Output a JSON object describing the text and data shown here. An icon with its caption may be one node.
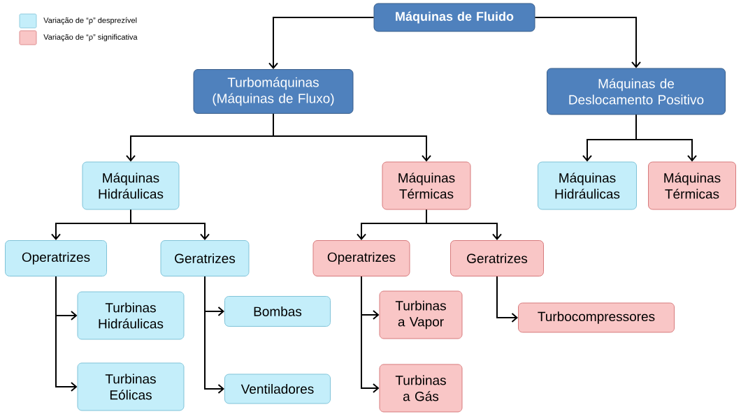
{
  "diagram": {
    "nodes": [
      {
        "text": [
          "Máquinas de Fluido"
        ]
      },
      {
        "text": [
          "Turbomáquinas (Máquinas de Fluxo)"
        ]
      },
      {
        "text": [
          "Máquinas de Deslocamento Positivo"
        ]
      },
      {
        "text": [
          "Máquinas Hidráulicas"
        ]
      },
      {
        "text": [
          "Máquinas Térmicas"
        ]
      },
      {
        "text": [
          "Máquinas Hidráulicas"
        ]
      },
      {
        "text": [
          "Máquinas Térmicas"
        ]
      },
      {
        "text": [
          "Operatrizes"
        ]
      },
      {
        "text": [
          "Geratrizes"
        ]
      },
      {
        "text": [
          "Operatrizes"
        ]
      },
      {
        "text": [
          "Geratrizes"
        ]
      },
      {
        "text": [
          "Turbinas Hidráulicas"
        ]
      },
      {
        "text": [
          "Bombas"
        ]
      },
      {
        "text": [
          "Turbinas a Vapor"
        ]
      },
      {
        "text": [
          "Turbocompressores"
        ]
      },
      {
        "text": [
          "Turbinas Eólicas"
        ]
      },
      {
        "text": [
          "Ventiladores"
        ]
      },
      {
        "text": [
          "Turbinas a Gás"
        ]
      }
    ],
    "edges": [
      {
        "from": 0,
        "to": 1,
        "arrow": "to"
      },
      {
        "from": 0,
        "to": 2,
        "arrow": "to"
      },
      {
        "from": 1,
        "to": 3,
        "arrow": "to"
      },
      {
        "from": 1,
        "to": 4,
        "arrow": "to"
      },
      {
        "from": 2,
        "to": 5,
        "arrow": "to"
      },
      {
        "from": 2,
        "to": 6,
        "arrow": "to"
      },
      {
        "from": 3,
        "to": 7,
        "arrow": "to"
      },
      {
        "from": 3,
        "to": 8,
        "arrow": "to"
      },
      {
        "from": 4,
        "to": 9,
        "arrow": "to"
      },
      {
        "from": 4,
        "to": 10,
        "arrow": "to"
      },
      {
        "from": 7,
        "to": 11,
        "arrow": "to"
      },
      {
        "from": 7,
        "to": 15,
        "arrow": "to"
      },
      {
        "from": 8,
        "to": 12,
        "arrow": "to"
      },
      {
        "from": 8,
        "to": 16,
        "arrow": "to"
      },
      {
        "from": 9,
        "to": 13,
        "arrow": "to"
      },
      {
        "from": 9,
        "to": 17,
        "arrow": "to"
      },
      {
        "from": 10,
        "to": 14,
        "arrow": "to"
      }
    ],
    "legend": [
      {
        "text": "Variação de “ρ” desprezível",
        "color": "#c4eefa"
      },
      {
        "text": "Variação de “ρ” significativa",
        "color": "#f9c6c6"
      }
    ]
  }
}
